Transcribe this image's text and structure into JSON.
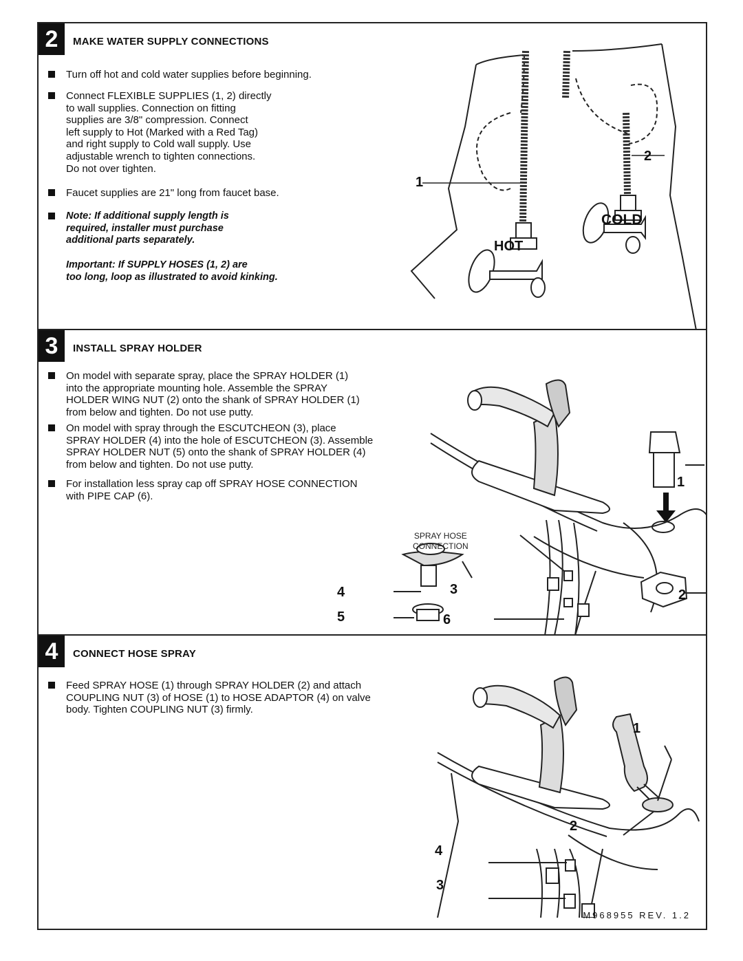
{
  "section2": {
    "number": "2",
    "title": "MAKE WATER SUPPLY CONNECTIONS",
    "p1": "Turn off hot and cold water supplies before beginning.",
    "p2_lines": [
      "Connect FLEXIBLE SUPPLIES (1, 2) directly",
      "to wall supplies. Connection on fitting",
      "supplies are 3/8\" compression. Connect",
      "left supply to Hot (Marked with a Red Tag)",
      "and right supply to Cold wall supply. Use",
      "adjustable wrench to tighten connections.",
      "Do not over tighten."
    ],
    "p3": "Faucet supplies are 21\" long from faucet base.",
    "note_lines": [
      "Note: If additional supply length is",
      "required, installer must purchase",
      "additional parts separately."
    ],
    "important_lines": [
      "Important: If SUPPLY HOSES (1, 2) are",
      "too long, loop as illustrated to avoid kinking."
    ],
    "callouts": {
      "one": "1",
      "two": "2",
      "cold": "COLD",
      "hot": "HOT"
    }
  },
  "section3": {
    "number": "3",
    "title": "INSTALL SPRAY HOLDER",
    "p1_lines": [
      "On model with separate spray, place the SPRAY HOLDER (1)",
      "into the appropriate mounting hole. Assemble the SPRAY",
      "HOLDER WING NUT (2) onto the shank of SPRAY HOLDER (1)",
      "from below and tighten. Do not use putty."
    ],
    "p2_lines": [
      "On model with spray through the ESCUTCHEON (3), place",
      "SPRAY HOLDER (4) into the hole of ESCUTCHEON (3). Assemble",
      "SPRAY HOLDER NUT (5) onto the shank of SPRAY HOLDER (4)",
      "from below and tighten. Do not use putty."
    ],
    "p3_lines": [
      "For installation less spray cap off SPRAY HOSE CONNECTION",
      "with PIPE CAP (6)."
    ],
    "spray_label_lines": [
      "SPRAY HOSE",
      "CONNECTION"
    ],
    "callouts": {
      "one": "1",
      "two": "2",
      "three": "3",
      "four": "4",
      "five": "5",
      "six": "6"
    }
  },
  "section4": {
    "number": "4",
    "title": "CONNECT HOSE SPRAY",
    "p1_lines": [
      "Feed SPRAY HOSE (1) through SPRAY HOLDER (2) and attach",
      "COUPLING NUT (3) of HOSE (1) to HOSE ADAPTOR (4) on valve",
      "body. Tighten COUPLING NUT (3) firmly."
    ],
    "callouts": {
      "one": "1",
      "two": "2",
      "three": "3",
      "four": "4"
    }
  },
  "footer": {
    "rev": "M968955 REV. 1.2"
  }
}
